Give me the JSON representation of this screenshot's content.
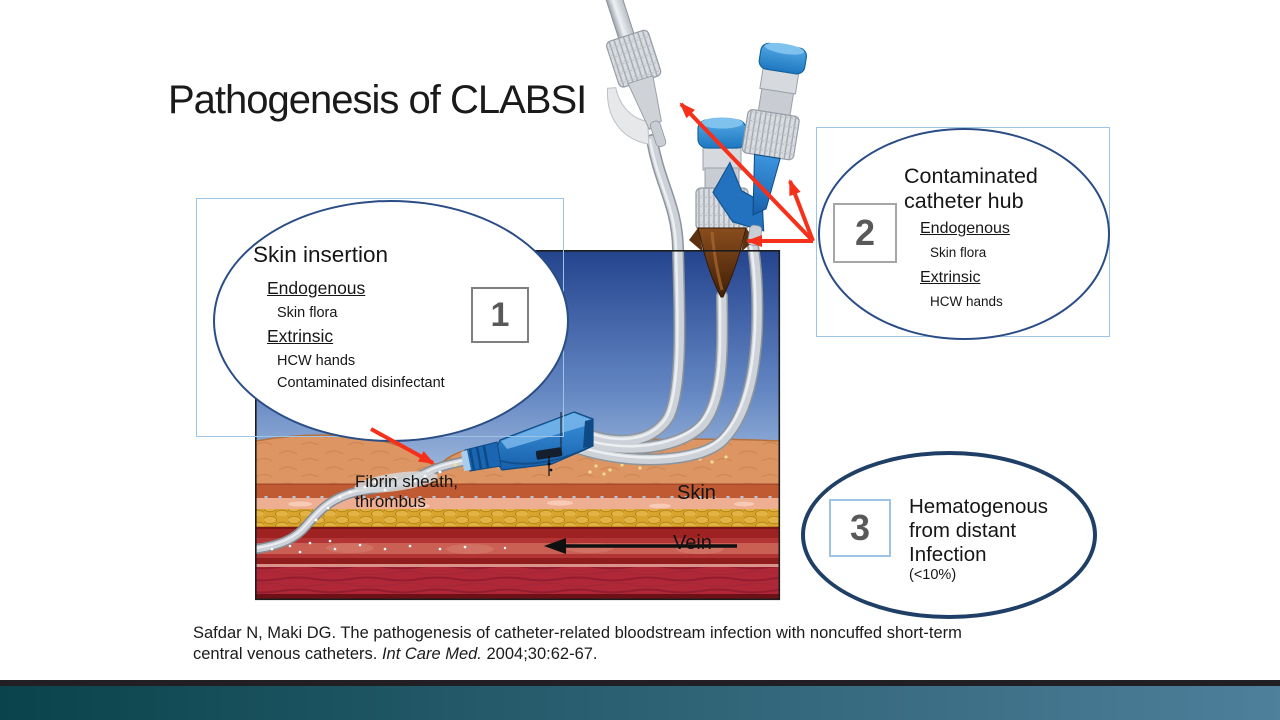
{
  "slide": {
    "title": "Pathogenesis of CLABSI"
  },
  "callouts": {
    "skin_insertion": {
      "number": "1",
      "title": "Skin insertion",
      "items": [
        "Endogenous",
        "Skin flora",
        "Extrinsic",
        "HCW hands",
        "Contaminated disinfectant"
      ]
    },
    "catheter_hub": {
      "number": "2",
      "title": "Contaminated catheter hub",
      "items": [
        "Endogenous",
        "Skin flora",
        "Extrinsic",
        "HCW hands"
      ]
    },
    "hematogenous": {
      "number": "3",
      "title": "Hematogenous from distant Infection",
      "note": "(<10%)"
    }
  },
  "diagram": {
    "fibrin_line1": "Fibrin sheath,",
    "fibrin_line2": "thrombus",
    "skin": "Skin",
    "vein": "Vein"
  },
  "citation": {
    "line1": "Safdar N, Maki DG. The pathogenesis of catheter-related bloodstream infection with noncuffed short-term",
    "line2_before": "central venous catheters. ",
    "line2_italic": "Int Care Med.",
    "line2_after": " 2004;30:62-67."
  },
  "colors": {
    "arrow_red": "#f6301a",
    "oval_border": "#2a4d86",
    "oval_border_dark": "#1f3f66",
    "rect_border": "#9dc3e6",
    "number_color": "#595959",
    "strip_color": "#211f24",
    "footer_left": "#0a434b",
    "footer_right": "#4e7f9b"
  }
}
